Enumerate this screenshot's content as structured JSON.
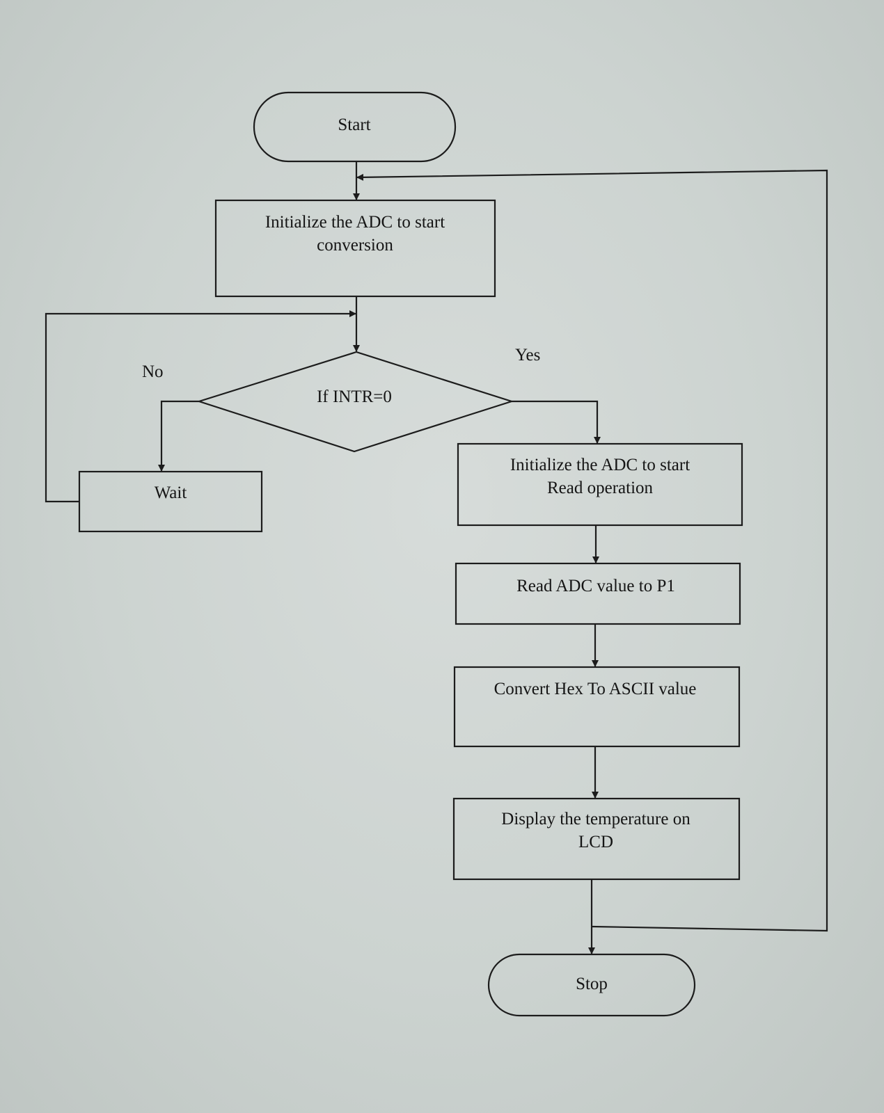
{
  "flowchart": {
    "nodes": {
      "start": {
        "shape": "terminator",
        "lines": [
          "Start"
        ]
      },
      "init_conversion": {
        "shape": "process",
        "lines": [
          "Initialize the ADC to start",
          "conversion"
        ]
      },
      "check_intr": {
        "shape": "decision",
        "lines": [
          "If INTR=0"
        ]
      },
      "wait": {
        "shape": "process",
        "lines": [
          "Wait"
        ]
      },
      "init_read": {
        "shape": "process",
        "lines": [
          "Initialize the ADC to start",
          "Read operation"
        ]
      },
      "read_value": {
        "shape": "process",
        "lines": [
          "Read ADC value to P1"
        ]
      },
      "convert": {
        "shape": "process",
        "lines": [
          "Convert Hex To ASCII value"
        ]
      },
      "display": {
        "shape": "process",
        "lines": [
          "Display the temperature on",
          "LCD"
        ]
      },
      "stop": {
        "shape": "terminator",
        "lines": [
          "Stop"
        ]
      }
    },
    "branch_labels": {
      "no": "No",
      "yes": "Yes"
    },
    "edges": [
      {
        "from": "start",
        "to": "init_conversion"
      },
      {
        "from": "init_conversion",
        "to": "check_intr"
      },
      {
        "from": "check_intr",
        "to": "wait",
        "label": "No"
      },
      {
        "from": "wait",
        "to": "check_intr"
      },
      {
        "from": "check_intr",
        "to": "init_read",
        "label": "Yes"
      },
      {
        "from": "init_read",
        "to": "read_value"
      },
      {
        "from": "read_value",
        "to": "convert"
      },
      {
        "from": "convert",
        "to": "display"
      },
      {
        "from": "display",
        "to": "stop"
      },
      {
        "from": "display",
        "to": "init_conversion"
      }
    ]
  }
}
